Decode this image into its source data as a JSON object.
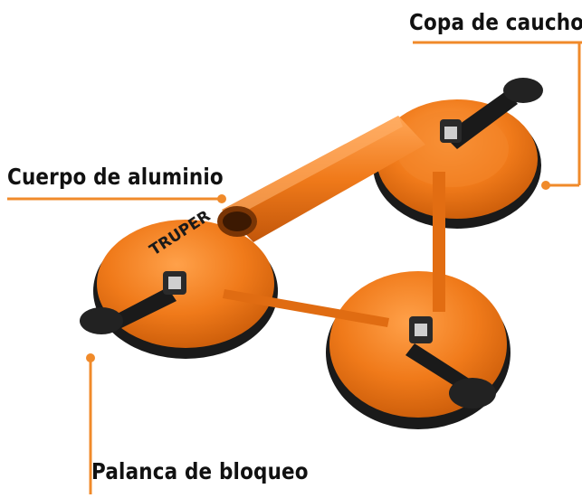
{
  "labels": {
    "copa": "Copa de caucho",
    "cuerpo": "Cuerpo de aluminio",
    "palanca": "Palanca de bloqueo"
  },
  "brand": "TRUPER",
  "colors": {
    "body_orange": "#f07a1a",
    "callout_line": "#f08a2a",
    "rubber_black": "#1a1a1a",
    "label_text": "#111111"
  }
}
